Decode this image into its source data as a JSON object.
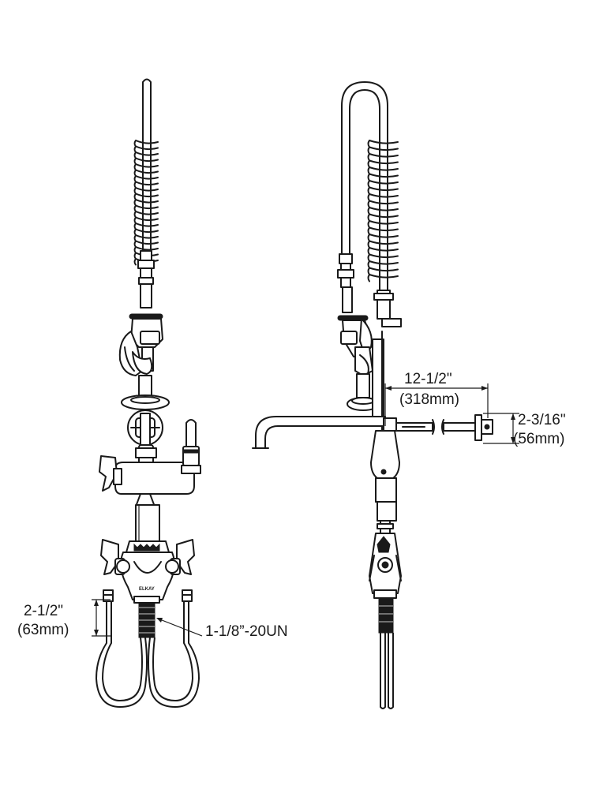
{
  "dimensions": {
    "nipple_height": {
      "imperial": "2-1/2\"",
      "metric": "(63mm)"
    },
    "thread": {
      "label": "1-1/8”-20UN"
    },
    "spout_reach": {
      "imperial": "12-1/2\"",
      "metric": "(318mm)"
    },
    "flange_depth": {
      "imperial": "2-3/16\"",
      "metric": "(56mm)"
    }
  }
}
